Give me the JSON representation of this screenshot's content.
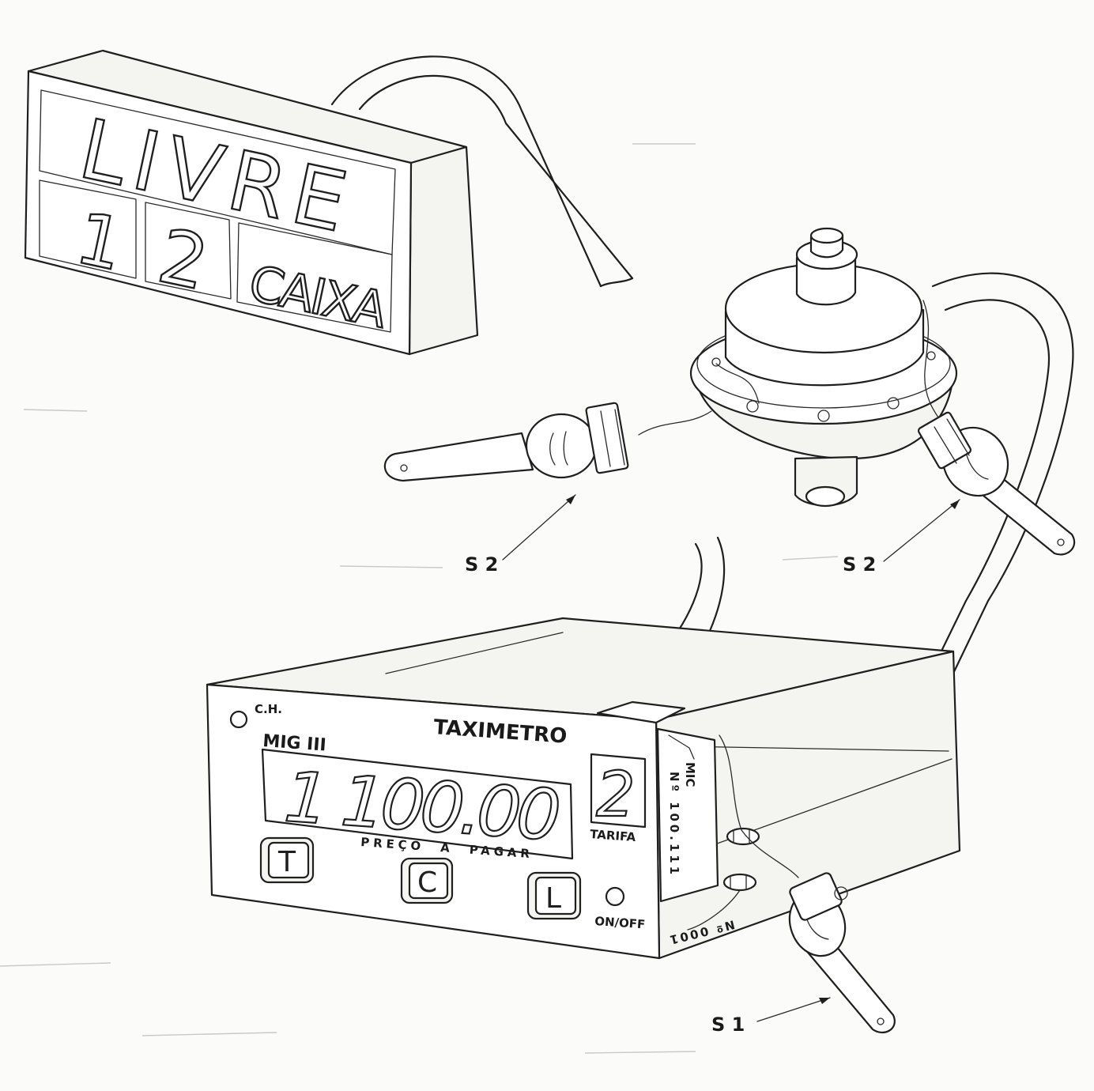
{
  "sign": {
    "top_text": "LIVRE",
    "box1": "1",
    "box2": "2",
    "box3": "CAIXA"
  },
  "meter": {
    "brand": "TAXIMETRO",
    "model": "MIG III",
    "indicator_label": "C.H.",
    "display_value": "1 100.00",
    "display_caption": "PREÇO  A  PAGAR",
    "tariff_value": "2",
    "tariff_label": "TARIFA",
    "button_t": "T",
    "button_c": "C",
    "button_l": "L",
    "power_label": "ON/OFF",
    "side_plate_title": "MIC",
    "side_plate_number": "Nº 100.111",
    "serial_label": "Nº 0001"
  },
  "callouts": {
    "s2_left": "S 2",
    "s2_right": "S 2",
    "s1": "S 1"
  }
}
